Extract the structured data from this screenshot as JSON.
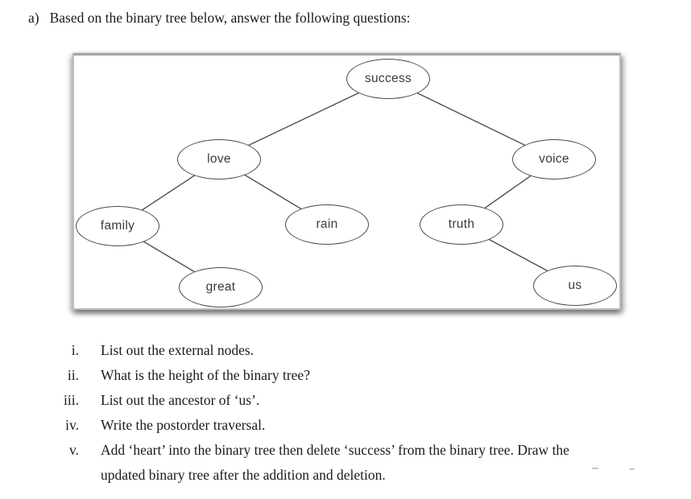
{
  "header": {
    "item_marker": "a)",
    "text": "Based on the binary tree below, answer the following questions:"
  },
  "figure": {
    "kind": "binary-tree-diagram",
    "colors": {
      "frame_border": "#bdbdbd",
      "node_border": "#4a4a4a",
      "edge_line": "#4f4f4f",
      "background": "#ffffff"
    },
    "tree": {
      "root": "success",
      "nodes": [
        {
          "id": "success",
          "label": "success",
          "left": "love",
          "right": "voice"
        },
        {
          "id": "love",
          "label": "love",
          "left": "family",
          "right": "rain"
        },
        {
          "id": "voice",
          "label": "voice",
          "left": "truth",
          "right": null
        },
        {
          "id": "family",
          "label": "family",
          "left": null,
          "right": "great"
        },
        {
          "id": "rain",
          "label": "rain",
          "left": null,
          "right": null
        },
        {
          "id": "truth",
          "label": "truth",
          "left": null,
          "right": "us"
        },
        {
          "id": "great",
          "label": "great",
          "left": null,
          "right": null
        },
        {
          "id": "us",
          "label": "us",
          "left": null,
          "right": null
        }
      ]
    }
  },
  "questions": {
    "items": [
      {
        "numeral": "i.",
        "lines": [
          "List out the external nodes."
        ]
      },
      {
        "numeral": "ii.",
        "lines": [
          "What is the height of the binary tree?"
        ]
      },
      {
        "numeral": "iii.",
        "lines": [
          "List out the ancestor of ‘us’."
        ]
      },
      {
        "numeral": "iv.",
        "lines": [
          "Write the postorder traversal."
        ]
      },
      {
        "numeral": "v.",
        "lines": [
          "Add ‘heart’ into the binary tree then delete ‘success’ from the binary tree. Draw the",
          "updated binary tree after the addition and deletion."
        ]
      }
    ]
  }
}
